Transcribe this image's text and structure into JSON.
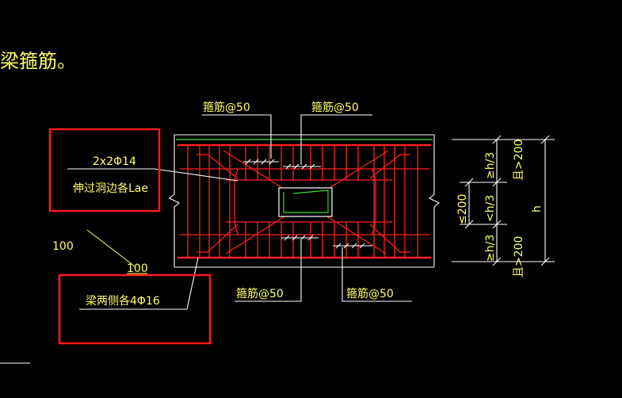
{
  "heading": "梁箍筋。",
  "labels": {
    "stirrup_top_left": "箍筋@50",
    "stirrup_top_right": "箍筋@50",
    "stirrup_bottom_left": "箍筋@50",
    "stirrup_bottom_right": "箍筋@50",
    "box_top_line1": "2x2Φ14",
    "box_top_line2": "伸过洞边各Lae",
    "dim_100_a": "100",
    "dim_100_b": "100",
    "box_bottom_line1": "梁两侧各4Φ16",
    "dim_le200": "≤200",
    "dim_ge_h3_top": "≥h/3",
    "dim_lt_h3": "<h/3",
    "dim_ge_h3_bottom": "≥h/3",
    "dim_q200_top": "且>200",
    "dim_q200_bottom": "且>200",
    "dim_h": "h"
  },
  "colors": {
    "background": "#000000",
    "text": "#ffff66",
    "rebar": "#ff2020",
    "highlight": "#ff1a1a",
    "opening": "#30e030",
    "lines": "#ffffff"
  }
}
